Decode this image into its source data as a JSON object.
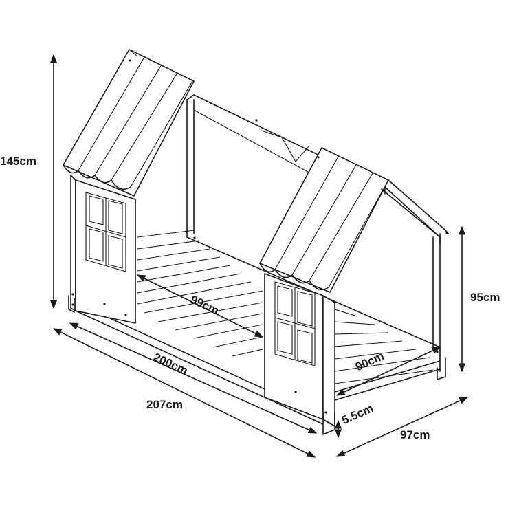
{
  "dimensions": {
    "height_total": "145cm",
    "height_side": "95cm",
    "length_inner": "200cm",
    "length_outer": "207cm",
    "width_inner": "90cm",
    "width_outer": "97cm",
    "slat_span": "99cm",
    "leg_clearance": "5.5cm"
  },
  "colors": {
    "line": "#1a1a1a",
    "background": "#ffffff"
  }
}
